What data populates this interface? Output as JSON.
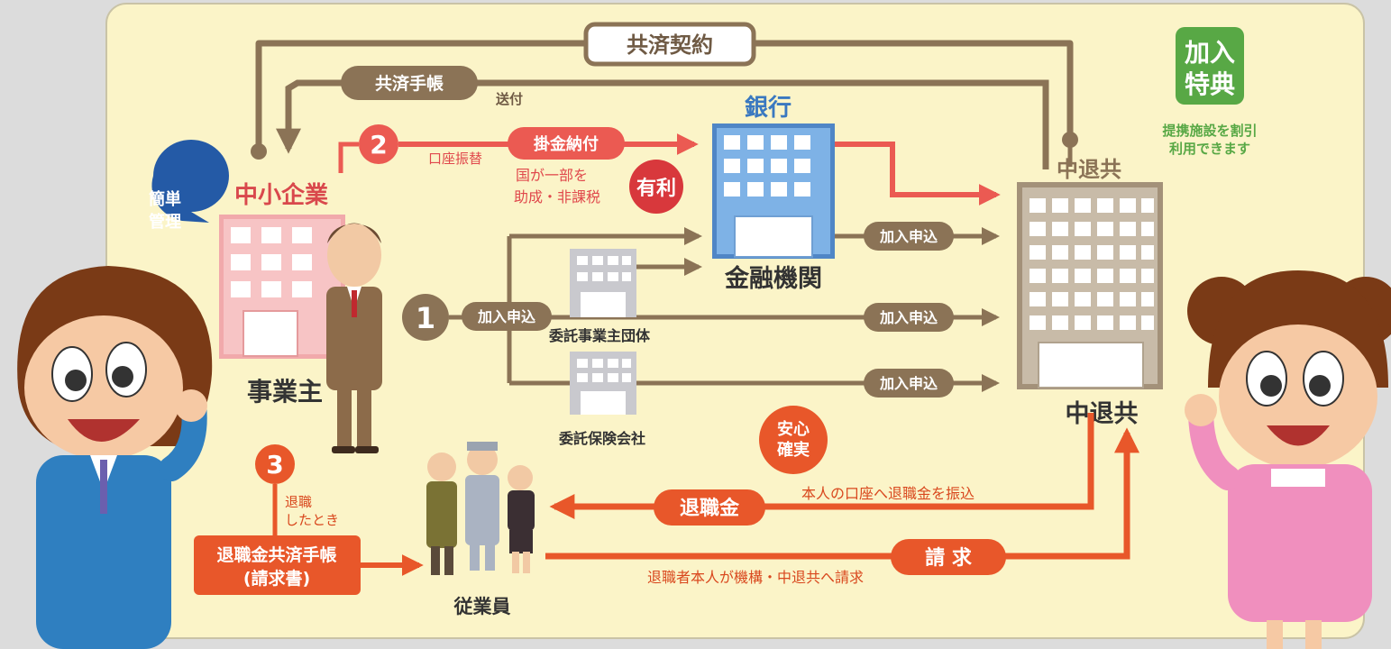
{
  "colors": {
    "panel": "#fbf4c8",
    "brown": "#8b7356",
    "red": "#eb5a52",
    "orange": "#e8572a",
    "green": "#58a845",
    "blue": "#245aa6",
    "bank_blue": "#5f9ad6"
  },
  "contract": {
    "label": "共済契約"
  },
  "passbook": {
    "label": "共済手帳",
    "send": "送付"
  },
  "benefit": {
    "badge_line1": "加入",
    "badge_line2": "特典",
    "note_line1": "提携施設を割引",
    "note_line2": "利用できます"
  },
  "easy_badge": {
    "line1": "簡単",
    "line2": "管理"
  },
  "employer": {
    "company_label": "中小企業",
    "owner_label": "事業主"
  },
  "step2": {
    "number": "2",
    "transfer": "口座振替",
    "payment": "掛金納付",
    "subsidy_line1": "国が一部を",
    "subsidy_line2": "助成・非課税",
    "advantage": "有利"
  },
  "bank": {
    "label": "銀行",
    "institution": "金融機関"
  },
  "chutaikyo": {
    "top_label": "中退共",
    "bottom_label": "中退共"
  },
  "step1": {
    "number": "1",
    "apply_main": "加入申込",
    "apply_bank": "加入申込",
    "apply_group": "加入申込",
    "apply_insurer": "加入申込"
  },
  "entities": {
    "group": "委託事業主団体",
    "insurer": "委託保険会社"
  },
  "safety": {
    "line1": "安心",
    "line2": "確実"
  },
  "step3": {
    "number": "3",
    "retire_line1": "退職",
    "retire_line2": "したとき",
    "booklet_line1": "退職金共済手帳",
    "booklet_line2": "(請求書)"
  },
  "employees": {
    "label": "従業員"
  },
  "severance": {
    "label": "退職金",
    "transfer_note": "本人の口座へ退職金を振込"
  },
  "claim": {
    "label": "請 求",
    "note": "退職者本人が機構・中退共へ請求"
  }
}
